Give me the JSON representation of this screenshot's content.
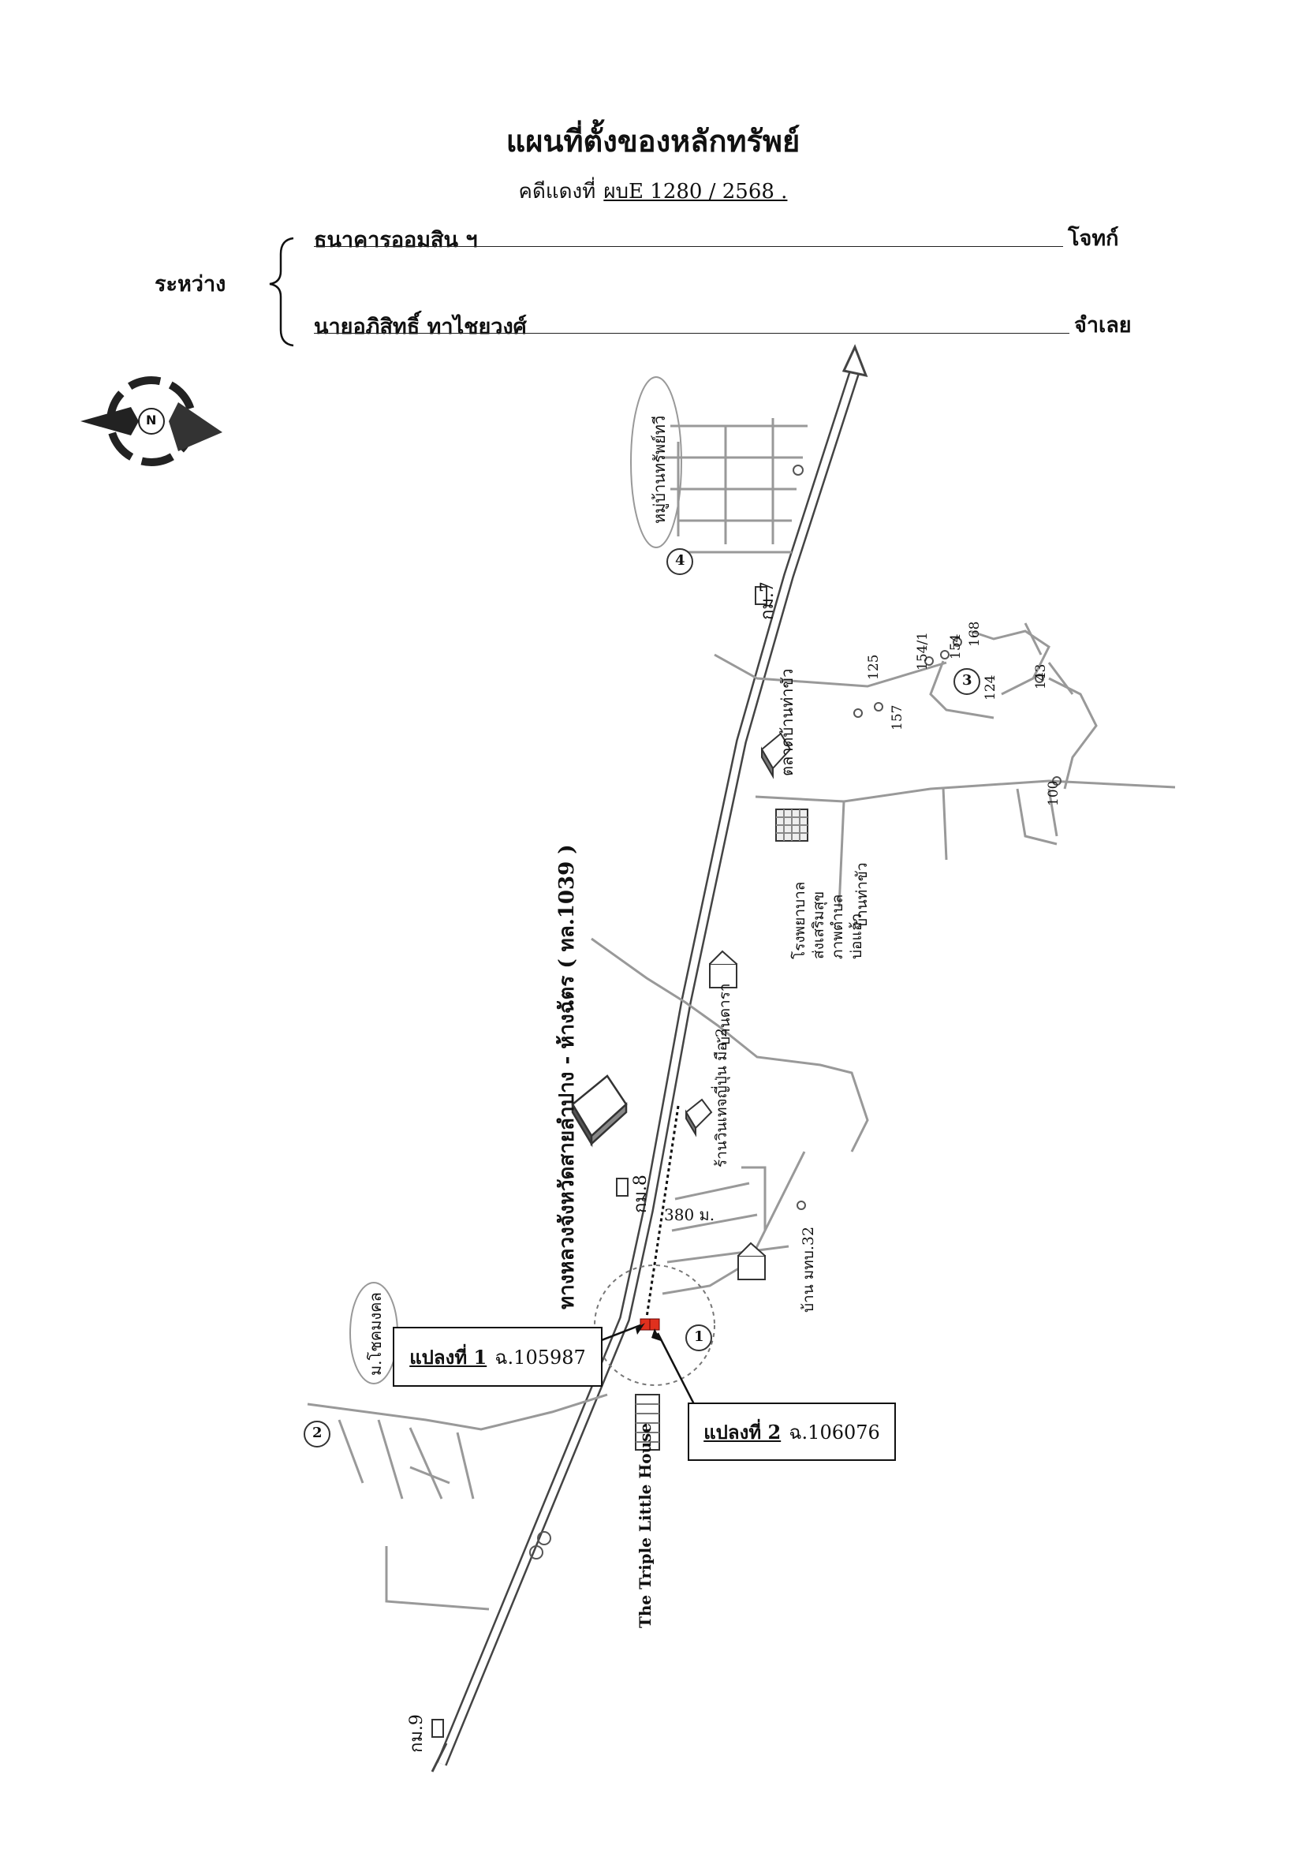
{
  "header": {
    "title": "แผนที่ตั้งของหลักทรัพย์",
    "case_label": "คดีแดงที่",
    "case_number": "ผบE 1280 / 2568  ."
  },
  "parties": {
    "between_label": "ระหว่าง",
    "plaintiff_name": "ธนาคารออมสิน ฯ",
    "plaintiff_role": "โจทก์",
    "defendant_name": "นายอภิสิทธิ์  ทาไชยวงศ์",
    "defendant_role": "จำเลย"
  },
  "compass": {
    "north_letter": "N",
    "icon": "north-arrow-icon"
  },
  "map": {
    "highway_name": "ทางหลวงจังหวัดสายลำปาง - ห้างฉัตร ( ทล.1039 )",
    "km_markers": [
      "กม.7",
      "กม.8",
      "กม.9"
    ],
    "distance": "380 ม.",
    "parcel_1": {
      "label": "แปลงที่ 1",
      "deed": "ฉ.105987",
      "color": "#e0301e"
    },
    "parcel_2": {
      "label": "แปลงที่ 2",
      "deed": "ฉ.106076",
      "color": "#e0301e"
    },
    "landmarks": {
      "village_north": "หมู่บ้านทรัพย์ทวี",
      "village_south": "ม.โชคมงคล",
      "market": "ตลาดบ้านท่าขัว",
      "hospital": "โรงพยาบาลส่งเสริมสุขภาพตำบลบ่อแฮ้ว",
      "tha_khua": "บ้านท่าขัว",
      "temple_1": "บ้านดารา",
      "shop": "ร้านวินเทจญี่ปุ่น มือ 2",
      "temple_2": "บ้าน มทบ.32",
      "house_name": "The Triple Little House"
    },
    "house_numbers": [
      "125",
      "154/1",
      "154",
      "168",
      "124",
      "143",
      "157",
      "100"
    ],
    "circle_numbers": [
      "1",
      "2",
      "3",
      "4"
    ]
  }
}
